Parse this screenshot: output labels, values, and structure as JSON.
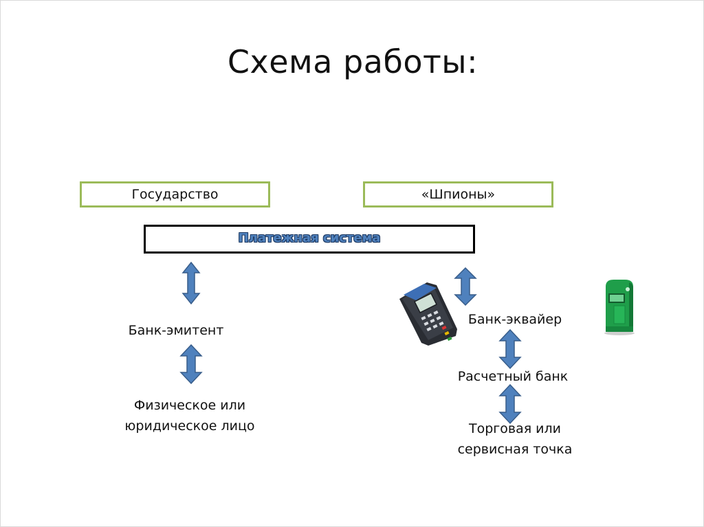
{
  "slide": {
    "title": "Схема работы:",
    "boxes": {
      "state": "Государство",
      "spies": "«Шпионы»",
      "payment_system": "Платежная система"
    },
    "left_column": {
      "issuer_bank": "Банк-эмитент",
      "person_line1": "Физическое или",
      "person_line2": "юридическое лицо"
    },
    "right_column": {
      "acquirer_bank": "Банк-эквайер",
      "settlement_bank": "Расчетный банк",
      "merchant_line1": "Торговая или",
      "merchant_line2": "сервисная точка"
    },
    "icons": {
      "pos_terminal": "pos-terminal-icon",
      "payment_kiosk": "payment-kiosk-icon",
      "arrow": "double-arrow-icon"
    },
    "colors": {
      "green_border": "#9bbb59",
      "arrow_fill": "#4f81bd",
      "arrow_stroke": "#385d8a",
      "system_text": "#4f81bd"
    }
  }
}
